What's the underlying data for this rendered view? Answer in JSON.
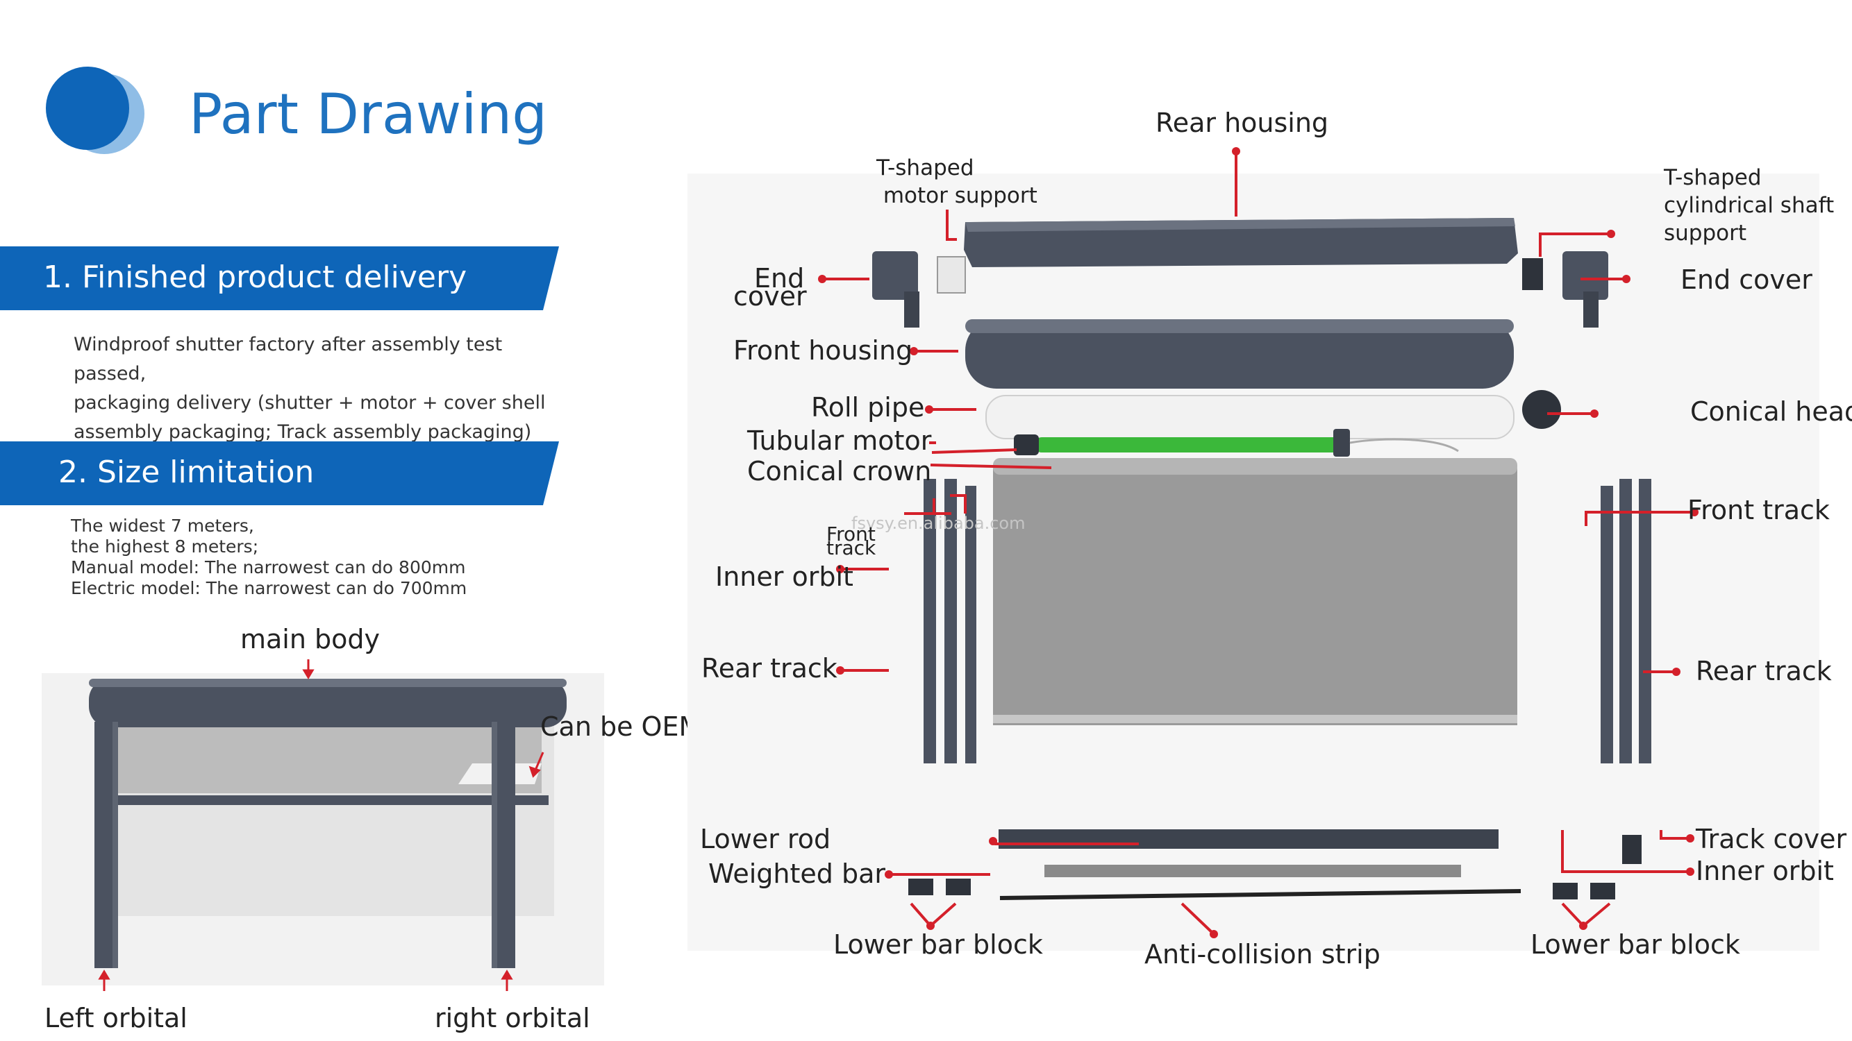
{
  "header": {
    "title": "Part Drawing"
  },
  "sections": [
    {
      "heading": "1. Finished product delivery",
      "body": "Windproof shutter factory after assembly test passed,\npackaging delivery (shutter + motor + cover shell\nassembly packaging; Track assembly packaging)"
    },
    {
      "heading": "2. Size limitation",
      "lines": [
        "The widest 7 meters,",
        "the highest 8 meters;",
        "Manual model: The narrowest can do 800mm",
        "Electric model: The narrowest can do 700mm"
      ]
    }
  ],
  "product": {
    "main_body": "main body",
    "oem": "Can be OEM",
    "left_orbital": "Left orbital",
    "right_orbital": "right orbital"
  },
  "parts": {
    "rear_housing": "Rear housing",
    "t_motor_support": "T-shaped\n motor support",
    "t_shaft_support": "T-shaped\ncylindrical shaft\nsupport",
    "end_cover_left_1": "End",
    "end_cover_left_2": "cover",
    "end_cover_right": "End cover",
    "front_housing": "Front housing",
    "roll_pipe": "Roll pipe",
    "conical_head": "Conical head",
    "tubular_motor": "Tubular motor",
    "conical_crown": "Conical crown",
    "front_track_left_1": "Front",
    "front_track_left_2": "track",
    "front_track_right": "Front track",
    "inner_orbit_left": "Inner orbit",
    "rear_track_left": "Rear track",
    "rear_track_right": "Rear track",
    "lower_rod": "Lower rod",
    "weighted_bar": "Weighted bar",
    "track_cover": "Track cover",
    "inner_orbit_right": "Inner orbit",
    "lower_bar_block_left": "Lower bar block",
    "anti_collision_strip": "Anti-collision strip",
    "lower_bar_block_right": "Lower bar block"
  },
  "watermark": "fsysy.en.alibaba.com",
  "colors": {
    "brand_blue": "#0e65b8",
    "title_blue": "#1f72bf",
    "leader_red": "#d4202a",
    "housing_gray": "#4b5260",
    "fabric_gray": "#9a9a9a",
    "motor_green": "#3bb83a"
  }
}
